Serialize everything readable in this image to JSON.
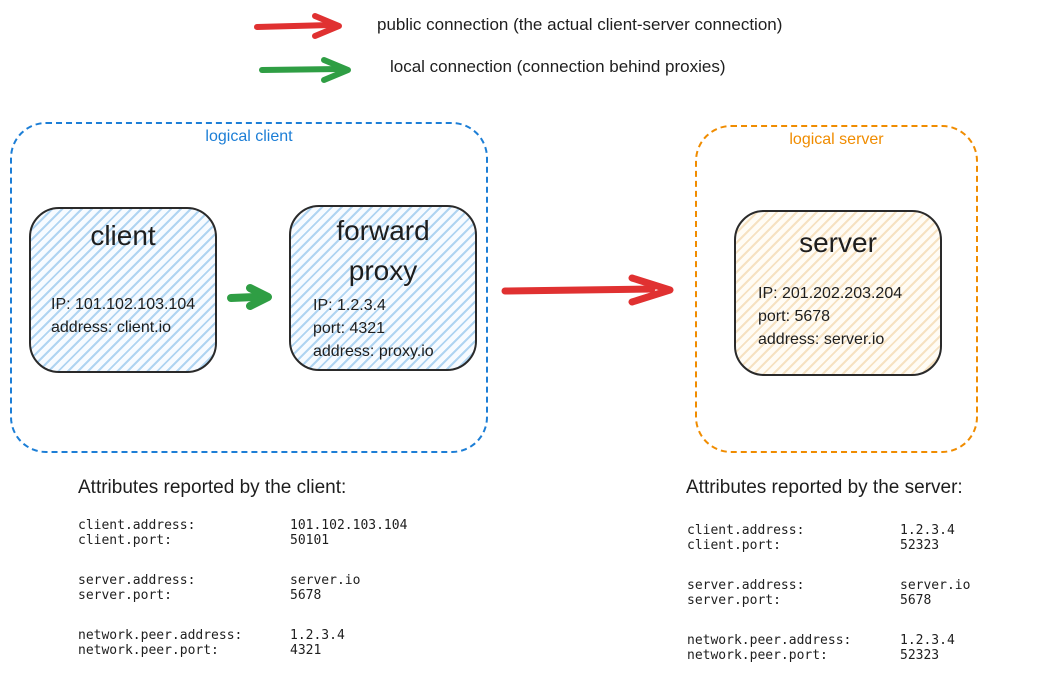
{
  "legend": {
    "items": [
      {
        "icon": "red-arrow-right-icon",
        "color": "#e03131",
        "label": "public connection (the actual client-server connection)"
      },
      {
        "icon": "green-arrow-right-icon",
        "color": "#2f9e44",
        "label": "local connection (connection behind proxies)"
      }
    ]
  },
  "diagram": {
    "logical_client": {
      "label": "logical client",
      "border_color": "#1c7ed6",
      "client_node": {
        "title": "client",
        "lines": [
          "IP: 101.102.103.104",
          "address: client.io"
        ]
      },
      "proxy_node": {
        "title_lines": [
          "forward",
          "proxy"
        ],
        "lines": [
          "IP: 1.2.3.4",
          "port: 4321",
          "address: proxy.io"
        ]
      }
    },
    "logical_server": {
      "label": "logical server",
      "border_color": "#f08c00",
      "server_node": {
        "title": "server",
        "lines": [
          "IP: 201.202.203.204",
          "port: 5678",
          "address: server.io"
        ]
      }
    },
    "connections": {
      "local": {
        "color": "#2f9e44",
        "meaning": "local connection"
      },
      "public": {
        "color": "#e03131",
        "meaning": "public connection"
      }
    }
  },
  "attributes_client": {
    "title": "Attributes reported by the client:",
    "groups": [
      [
        {
          "key": "client.address:",
          "value": "101.102.103.104"
        },
        {
          "key": "client.port:",
          "value": "50101"
        }
      ],
      [
        {
          "key": "server.address:",
          "value": "server.io"
        },
        {
          "key": "server.port:",
          "value": "5678"
        }
      ],
      [
        {
          "key": "network.peer.address:",
          "value": "1.2.3.4"
        },
        {
          "key": "network.peer.port:",
          "value": "4321"
        }
      ]
    ]
  },
  "attributes_server": {
    "title": "Attributes reported by the server:",
    "groups": [
      [
        {
          "key": "client.address:",
          "value": "1.2.3.4"
        },
        {
          "key": "client.port:",
          "value": "52323"
        }
      ],
      [
        {
          "key": "server.address:",
          "value": "server.io"
        },
        {
          "key": "server.port:",
          "value": "5678"
        }
      ],
      [
        {
          "key": "network.peer.address:",
          "value": "1.2.3.4"
        },
        {
          "key": "network.peer.port:",
          "value": "52323"
        }
      ]
    ]
  }
}
